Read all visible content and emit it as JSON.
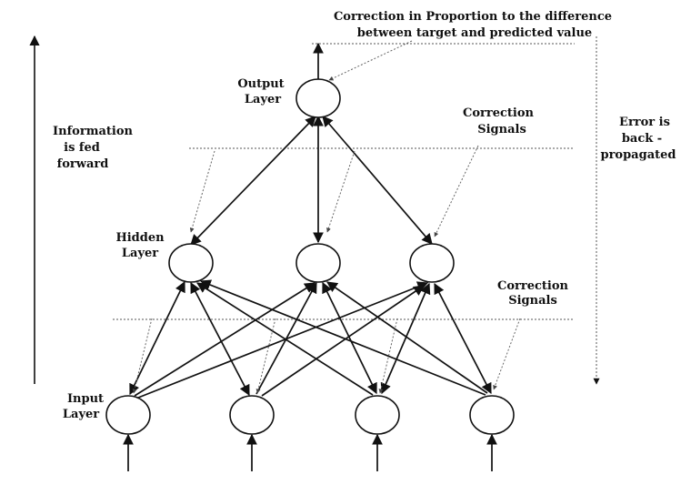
{
  "labels": {
    "top_note_1": "Correction in Proportion to the difference",
    "top_note_2": "between target and predicted value",
    "output_layer_1": "Output",
    "output_layer_2": "Layer",
    "hidden_layer_1": "Hidden",
    "hidden_layer_2": "Layer",
    "input_layer_1": "Input",
    "input_layer_2": "Layer",
    "info_1": "Information",
    "info_2": "is fed",
    "info_3": "forward",
    "error_1": "Error is",
    "error_2": "back -",
    "error_3": "propagated",
    "corr_upper_1": "Correction",
    "corr_upper_2": "Signals",
    "corr_lower_1": "Correction",
    "corr_lower_2": "Signals"
  },
  "network": {
    "layers": [
      "Input Layer",
      "Hidden Layer",
      "Output Layer"
    ],
    "node_counts": [
      4,
      3,
      1
    ]
  },
  "colors": {
    "ink": "#111111",
    "dotted": "#555555",
    "background": "#ffffff"
  }
}
